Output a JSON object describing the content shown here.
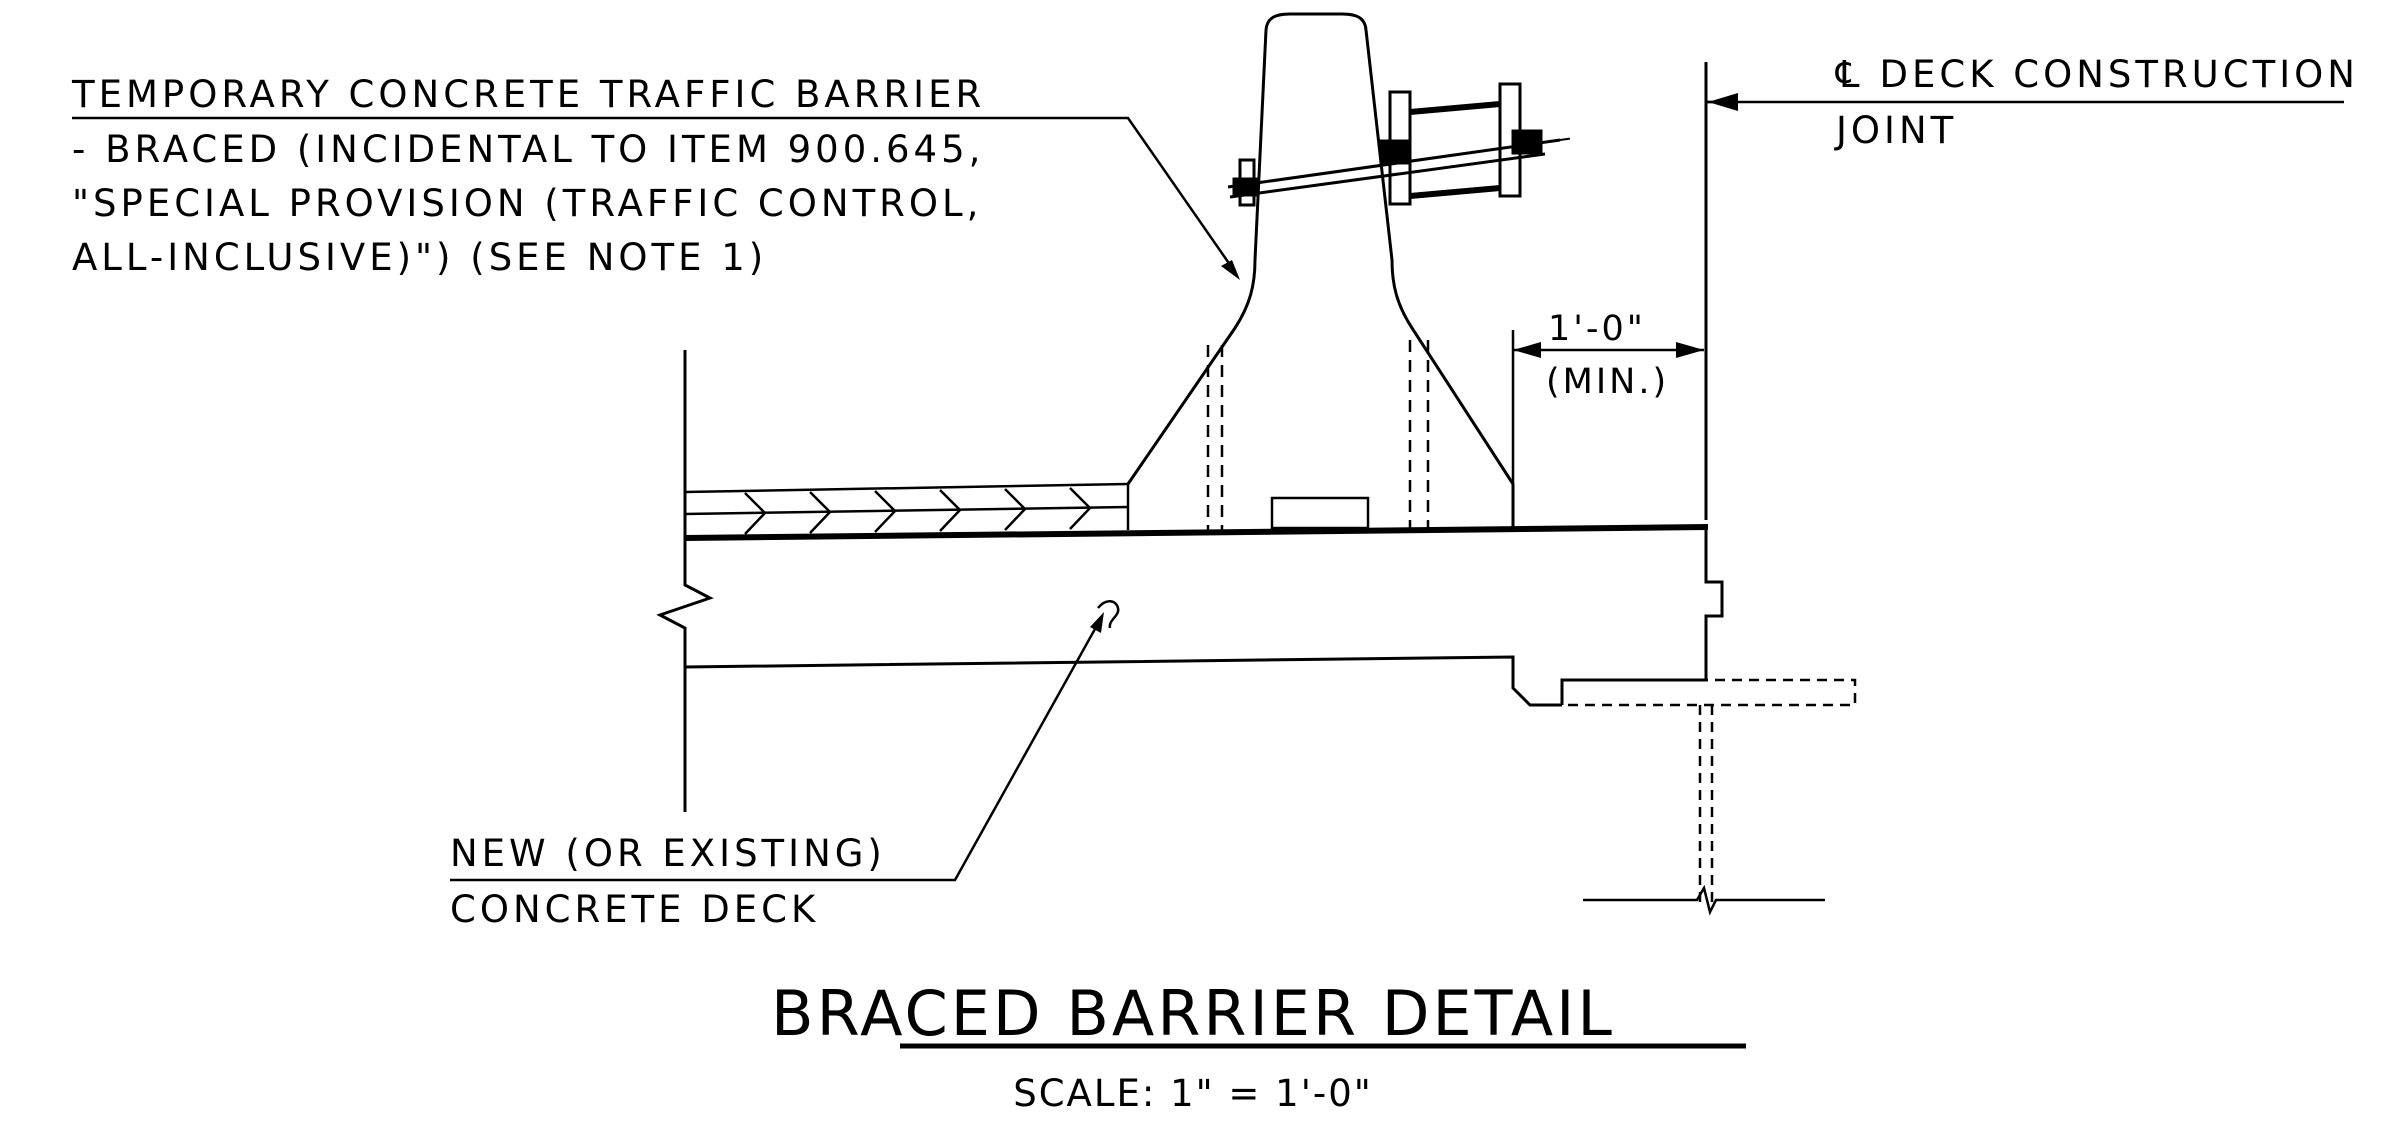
{
  "drawing": {
    "callout_barrier": {
      "lines": [
        "TEMPORARY CONCRETE TRAFFIC BARRIER",
        "- BRACED (INCIDENTAL TO ITEM 900.645,",
        "\"SPECIAL PROVISION (TRAFFIC CONTROL,",
        "ALL-INCLUSIVE)\") (SEE NOTE 1)"
      ]
    },
    "callout_joint": {
      "lines": [
        "℄ DECK CONSTRUCTION",
        "JOINT"
      ]
    },
    "callout_deck": {
      "lines": [
        "NEW (OR EXISTING)",
        "CONCRETE DECK"
      ]
    },
    "dimension": {
      "value": "1'-0\"",
      "qualifier": "(MIN.)"
    },
    "title": "BRACED BARRIER DETAIL",
    "scale": "SCALE: 1\" = 1'-0\""
  }
}
